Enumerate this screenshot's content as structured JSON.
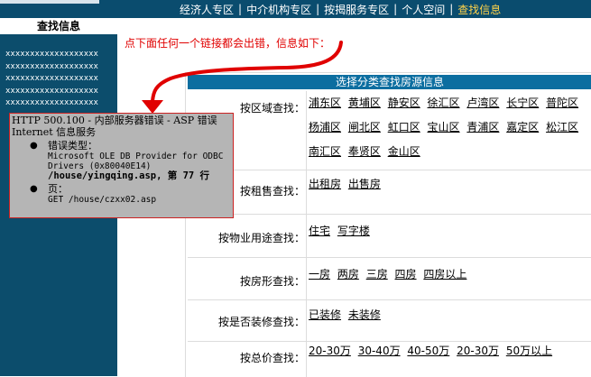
{
  "nav": {
    "items": [
      {
        "label": "经济人专区",
        "active": false
      },
      {
        "label": "中介机构专区",
        "active": false
      },
      {
        "label": "按揭服务专区",
        "active": false
      },
      {
        "label": "个人空间",
        "active": false
      },
      {
        "label": "查找信息",
        "active": true
      }
    ],
    "separator": "|"
  },
  "sidebar": {
    "title": "查找信息",
    "placeholder_lines": [
      "xxxxxxxxxxxxxxxxxxx",
      "xxxxxxxxxxxxxxxxxxx",
      "xxxxxxxxxxxxxxxxxxx",
      "xxxxxxxxxxxxxxxxxxx",
      "xxxxxxxxxxxxxxxxxxx"
    ]
  },
  "annotation": {
    "text": "点下面任何一个链接都会出错，信息如下：",
    "color": "#e00000"
  },
  "error": {
    "header": "HTTP 500.100 - 内部服务器错误 - ASP 错误 Internet 信息服务",
    "type_label": "错误类型：",
    "type_lines": [
      "Microsoft OLE DB Provider for ODBC",
      "Drivers (0x80040E14)"
    ],
    "location": "/house/yingqing.asp, 第 77 行",
    "page_label": "页：",
    "page_value": "GET /house/czxx02.asp"
  },
  "search": {
    "title": "选择分类查找房源信息",
    "rows": [
      {
        "label": "按区域查找：",
        "options": [
          "浦东区",
          "黄埔区",
          "静安区",
          "徐汇区",
          "卢湾区",
          "长宁区",
          "普陀区",
          "杨浦区",
          "闸北区",
          "虹口区",
          "宝山区",
          "青浦区",
          "嘉定区",
          "松江区",
          "南汇区",
          "奉贤区",
          "金山区"
        ]
      },
      {
        "label": "按租售查找：",
        "options": [
          "出租房",
          "出售房"
        ]
      },
      {
        "label": "按物业用途查找：",
        "options": [
          "住宅",
          "写字楼"
        ]
      },
      {
        "label": "按房形查找：",
        "options": [
          "一房",
          "两房",
          "三房",
          "四房",
          "四房以上"
        ]
      },
      {
        "label": "按是否装修查找：",
        "options": [
          "已装修",
          "未装修"
        ]
      },
      {
        "label": "按总价查找：",
        "options": [
          "20-30万",
          "30-40万",
          "40-50万",
          "20-30万",
          "50万以上"
        ]
      }
    ]
  },
  "colors": {
    "nav_bg": "#0a4c6e",
    "sidebar_bg": "#0c4d6c",
    "table_header_bg": "#0c6ea0",
    "active_nav": "#ffd24a"
  }
}
